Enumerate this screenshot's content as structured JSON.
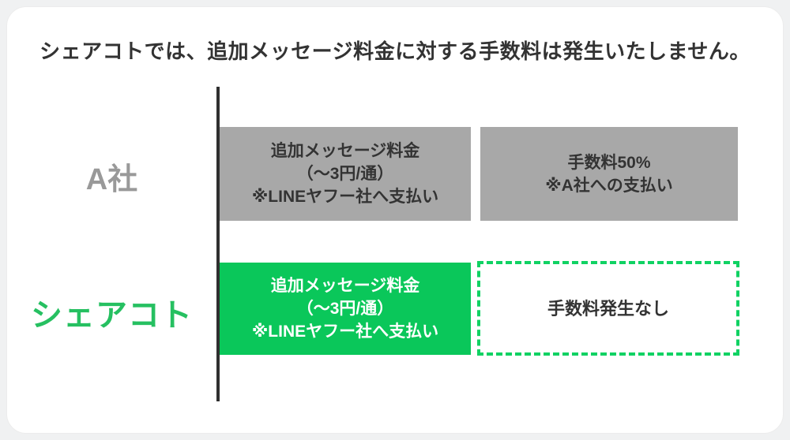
{
  "title": "シェアコトでは、追加メッセージ料金に対する手数料は発生いたしません。",
  "colors": {
    "text_dark": "#333333",
    "axis_dark": "#2f2f2f",
    "label_gray": "#999999",
    "bar_gray": "#a8a8a8",
    "bar_green": "#0ac75a",
    "border_green": "#10d263",
    "label_green": "#26c061"
  },
  "comparison": {
    "rows": [
      {
        "label": "A社",
        "message_fee_box": {
          "lines": [
            "追加メッセージ料金",
            "（〜3円/通）",
            "※LINEヤフー社へ支払い"
          ]
        },
        "commission_box": {
          "lines": [
            "手数料50%",
            "※A社への支払い"
          ]
        }
      },
      {
        "label": "シェアコト",
        "message_fee_box": {
          "lines": [
            "追加メッセージ料金",
            "（〜3円/通）",
            "※LINEヤフー社へ支払い"
          ]
        },
        "commission_box": {
          "lines": [
            "手数料発生なし"
          ]
        }
      }
    ]
  }
}
